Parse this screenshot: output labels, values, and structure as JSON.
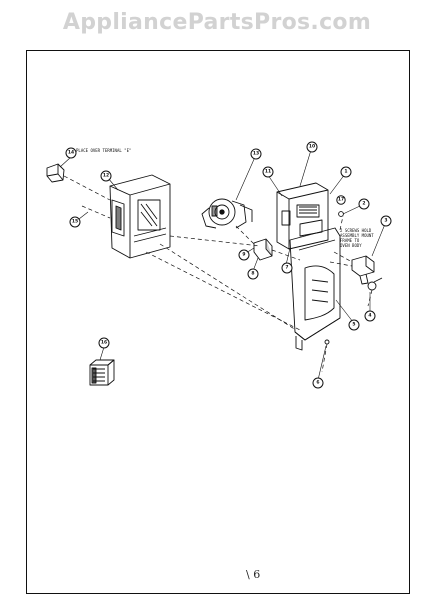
{
  "watermark": "AppliancePartsPros.com",
  "notes": {
    "place_over": "PLACE OVER TERMINAL \"E\"",
    "screw_note_1": "2 SCREWS HOLD",
    "screw_note_2": "ASSEMBLY MOUNT",
    "screw_note_3": "FRAME TO",
    "screw_note_4": "OVEN BODY"
  },
  "callouts": [
    {
      "id": "c1",
      "label": "1"
    },
    {
      "id": "c2",
      "label": "2"
    },
    {
      "id": "c3",
      "label": "3"
    },
    {
      "id": "c4",
      "label": "4"
    },
    {
      "id": "c5",
      "label": "5"
    },
    {
      "id": "c6",
      "label": "6"
    },
    {
      "id": "c7",
      "label": "7"
    },
    {
      "id": "c8",
      "label": "8"
    },
    {
      "id": "c9",
      "label": "9"
    },
    {
      "id": "c10",
      "label": "10"
    },
    {
      "id": "c11",
      "label": "11"
    },
    {
      "id": "c12",
      "label": "12"
    },
    {
      "id": "c13",
      "label": "13"
    },
    {
      "id": "c14",
      "label": "14"
    },
    {
      "id": "c15",
      "label": "15"
    },
    {
      "id": "c16",
      "label": "16"
    },
    {
      "id": "c17",
      "label": "17"
    }
  ],
  "page_mark": "\\ 6"
}
